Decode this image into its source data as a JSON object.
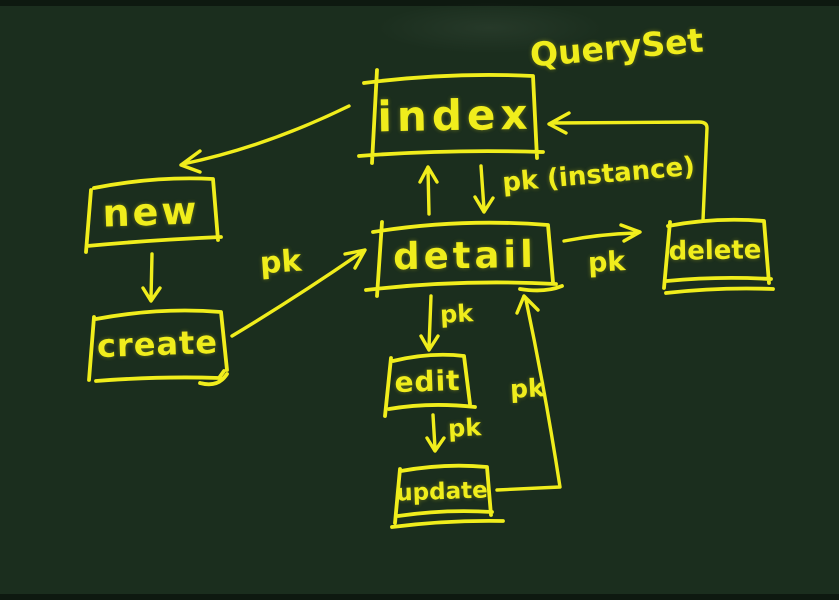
{
  "colors": {
    "background": "#1b2e1e",
    "ink": "#f0ed1c"
  },
  "diagram": {
    "type": "hand-drawn flow diagram",
    "title": "QuerySet",
    "nodes": [
      "index",
      "new",
      "create",
      "detail",
      "delete",
      "edit",
      "update"
    ],
    "edges": [
      {
        "from": "index",
        "to": "new",
        "label": ""
      },
      {
        "from": "new",
        "to": "create",
        "label": ""
      },
      {
        "from": "create",
        "to": "detail",
        "label": "pk"
      },
      {
        "from": "detail",
        "to": "index",
        "label": ""
      },
      {
        "from": "index",
        "to": "detail",
        "label": "pk (instance)"
      },
      {
        "from": "detail",
        "to": "delete",
        "label": "pk"
      },
      {
        "from": "delete",
        "to": "index",
        "label": ""
      },
      {
        "from": "detail",
        "to": "edit",
        "label": "pk"
      },
      {
        "from": "edit",
        "to": "update",
        "label": "pk"
      },
      {
        "from": "update",
        "to": "detail",
        "label": "pk"
      }
    ]
  }
}
